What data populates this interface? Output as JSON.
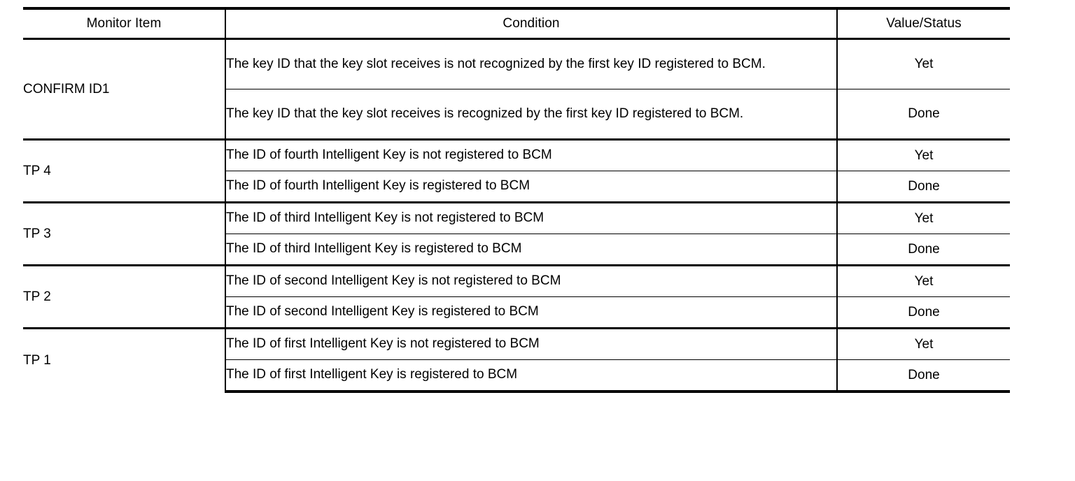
{
  "table": {
    "headers": {
      "monitor_item": "Monitor Item",
      "condition": "Condition",
      "value_status": "Value/Status"
    },
    "groups": [
      {
        "item": "CONFIRM ID1",
        "rows": [
          {
            "condition": "The key ID that the key slot receives is not recognized by the first key ID registered to BCM.",
            "value": "Yet"
          },
          {
            "condition": "The key ID that the key slot receives is recognized by the first key ID registered to BCM.",
            "value": "Done"
          }
        ]
      },
      {
        "item": "TP 4",
        "rows": [
          {
            "condition": "The ID of fourth Intelligent Key is not registered to BCM",
            "value": "Yet"
          },
          {
            "condition": "The ID of fourth Intelligent Key is registered to BCM",
            "value": "Done"
          }
        ]
      },
      {
        "item": "TP 3",
        "rows": [
          {
            "condition": "The ID of third Intelligent Key is not registered to BCM",
            "value": "Yet"
          },
          {
            "condition": "The ID of third Intelligent Key is registered to BCM",
            "value": "Done"
          }
        ]
      },
      {
        "item": "TP 2",
        "rows": [
          {
            "condition": "The ID of second Intelligent Key is not registered to BCM",
            "value": "Yet"
          },
          {
            "condition": "The ID of second Intelligent Key is registered to BCM",
            "value": "Done"
          }
        ]
      },
      {
        "item": "TP 1",
        "rows": [
          {
            "condition": "The ID of first Intelligent Key is not registered to BCM",
            "value": "Yet"
          },
          {
            "condition": "The ID of first Intelligent Key is registered to BCM",
            "value": "Done"
          }
        ]
      }
    ],
    "colors": {
      "text": "#000000",
      "rule": "#000000",
      "background": "#ffffff"
    }
  }
}
